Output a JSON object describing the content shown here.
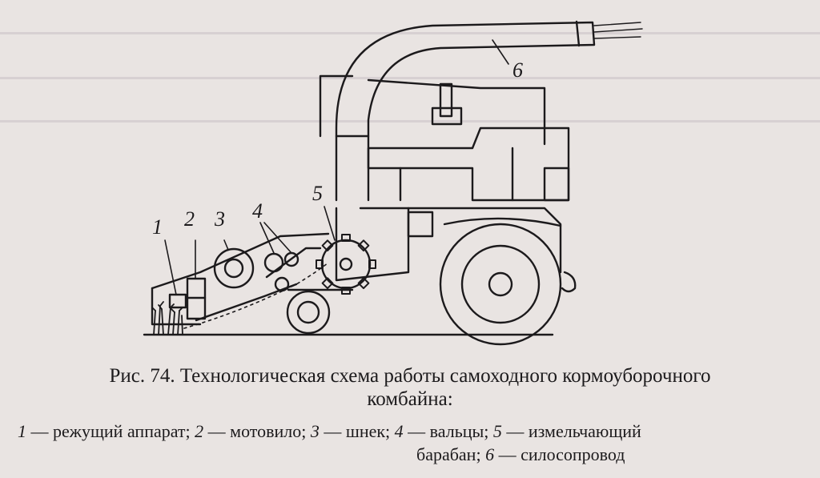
{
  "figure": {
    "labels": [
      "1",
      "2",
      "3",
      "4",
      "5",
      "6"
    ]
  },
  "caption": {
    "line1": "Рис. 74. Технологическая схема работы самоходного кормоуборочного",
    "line2": "комбайна:"
  },
  "legend": {
    "l1_num": "1",
    "l1_txt": " — режущий аппарат; ",
    "l2_num": "2",
    "l2_txt": " — мотовило; ",
    "l3_num": "3",
    "l3_txt": " — шнек; ",
    "l4_num": "4",
    "l4_txt": " — вальцы; ",
    "l5_num": "5",
    "l5_txt": " — измельчающий",
    "l5_cont": "барабан; ",
    "l6_num": "6",
    "l6_txt": " — силосопровод"
  }
}
